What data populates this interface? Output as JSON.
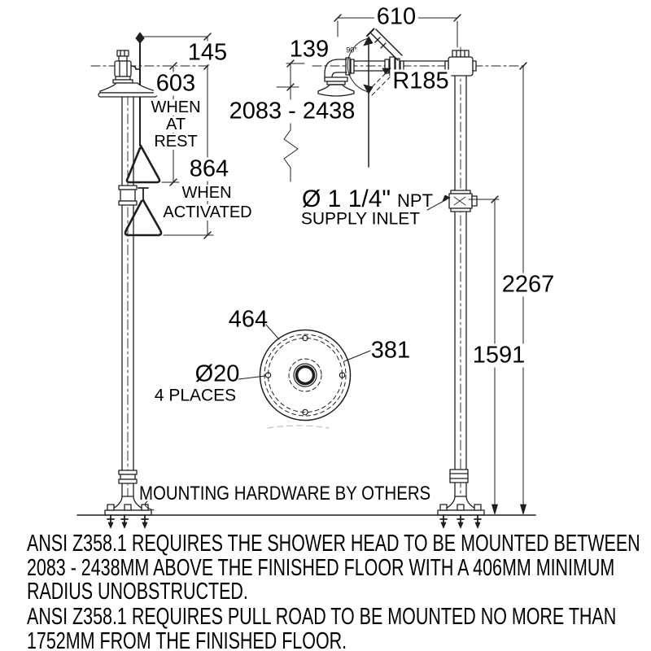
{
  "labels": {
    "dim_145": "145",
    "at_rest_value": "603",
    "at_rest_line1": "WHEN",
    "at_rest_line2": "AT",
    "at_rest_line3": "REST",
    "activated_value": "864",
    "activated_line1": "WHEN",
    "activated_line2": "ACTIVATED",
    "dim_610": "610",
    "dim_139": "139",
    "angle_90": "90°",
    "radius_r185": "R185",
    "height_range": "2083 - 2438",
    "supply_size": "Ø 1 1/4\"",
    "supply_thread": "NPT",
    "supply_label": "SUPPLY INLET",
    "dim_2267": "2267",
    "dim_1591": "1591",
    "flange_outer": "464",
    "flange_bolt_circle": "381",
    "flange_hole": "Ø20",
    "flange_hole_note": "4 PLACES",
    "mounting_note": "MOUNTING HARDWARE BY OTHERS"
  },
  "notes": {
    "para1_line1": "ANSI Z358.1 REQUIRES THE SHOWER HEAD TO BE MOUNTED BETWEEN",
    "para1_line2": "2083 - 2438MM ABOVE THE FINISHED FLOOR WITH A 406MM MINIMUM",
    "para1_line3": "RADIUS UNOBSTRUCTED.",
    "para2_line1": "ANSI Z358.1 REQUIRES PULL ROAD TO BE MOUNTED NO MORE THAN",
    "para2_line2": "1752MM FROM THE FINISHED FLOOR."
  },
  "colors": {
    "line": "#1f1f1f",
    "background": "#ffffff",
    "text": "#000000"
  }
}
